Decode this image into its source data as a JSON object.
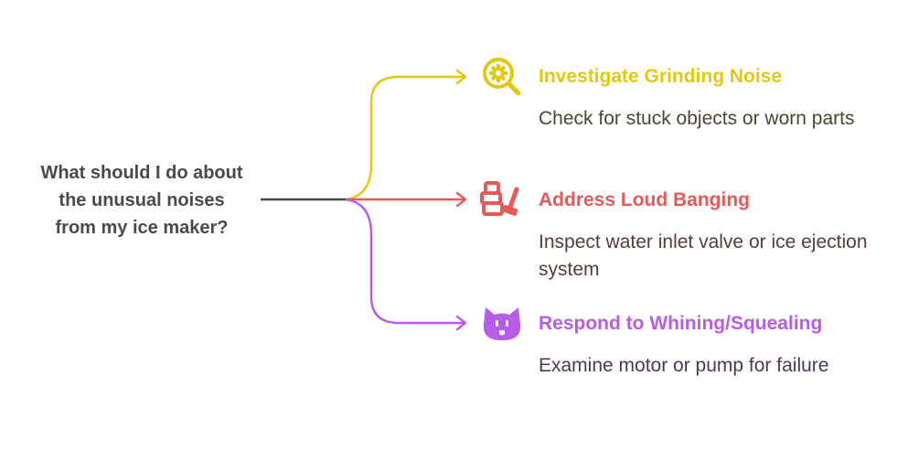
{
  "question": {
    "text": "What should I do about the unusual noises from my ice maker?"
  },
  "colors": {
    "trunk": "#4a4a4a",
    "branch_yellow": "#e2c80f",
    "branch_red": "#e35a59",
    "branch_purple": "#b85ce8"
  },
  "branches": [
    {
      "title": "Investigate Grinding Noise",
      "description": "Check for stuck objects or worn parts",
      "icon": "magnifier-gear-icon",
      "title_color": "#e2c80f",
      "desc_color": "#4a4634"
    },
    {
      "title": "Address Loud Banging",
      "description": "Inspect water inlet valve or ice ejection system",
      "icon": "blocks-hammer-icon",
      "title_color": "#e35a59",
      "desc_color": "#5a3a3a"
    },
    {
      "title": "Respond to Whining/Squealing",
      "description": "Examine motor or pump for failure",
      "icon": "cat-face-icon",
      "title_color": "#b85ce8",
      "desc_color": "#4a3a55"
    }
  ]
}
